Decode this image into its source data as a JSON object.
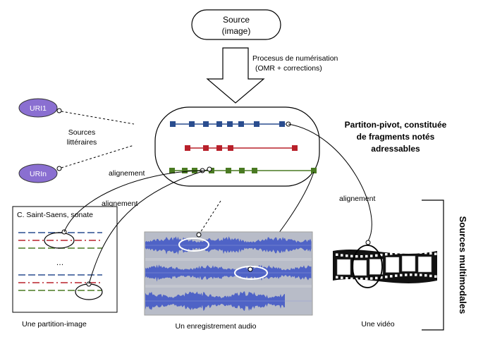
{
  "source": {
    "line1": "Source",
    "line2": "(image)"
  },
  "process": {
    "line1": "Procesus de numérisation",
    "line2": "(OMR + corrections)"
  },
  "uri": {
    "first": "URI1",
    "last": "URIn"
  },
  "sources_litteraires": {
    "line1": "Sources",
    "line2": "littéraires"
  },
  "pivot": {
    "line1": "Partiton-pivot, constituée",
    "line2": "de fragments notés",
    "line3": "adressables"
  },
  "alignment_label": "alignement",
  "partition_box": {
    "title": "C. Saint-Saens, sonate",
    "ellipsis": "…"
  },
  "captions": {
    "image": "Une partition-image",
    "audio": "Un enregistrement audio",
    "video": "Une vidéo"
  },
  "side_label": "Sources multimodales",
  "colors": {
    "blue": "#2a4d8f",
    "red": "#b8202a",
    "green": "#4a7a22",
    "uri_fill": "#8a6fd1",
    "wave": "#4f63c6",
    "wave_bg": "#b8bcc8"
  }
}
